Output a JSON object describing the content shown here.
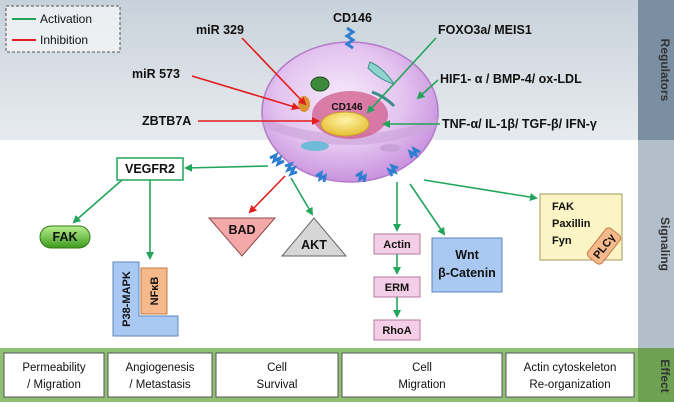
{
  "legend": {
    "activation": "Activation",
    "inhibition": "Inhibition"
  },
  "colors": {
    "activation": "#22a55a",
    "inhibition": "#e11d1d",
    "regulator_band": "#d4dbe2",
    "side_band": "#7b8fa3",
    "effect_band": "#8fbf73"
  },
  "side_labels": {
    "regulators": "Regulators",
    "signaling": "Signaling",
    "effect": "Effect"
  },
  "regulators": {
    "cd146_top": "CD146",
    "mir329": "miR 329",
    "mir573": "miR 573",
    "zbtb7a": "ZBTB7A",
    "foxo3a": "FOXO3a/ MEIS1",
    "hif": "HIF1- α / BMP-4/ ox-LDL",
    "tnf": "TNF-α/ IL-1β/ TGF-β/ IFN-γ",
    "cd146_nucleus": "CD146"
  },
  "signaling": {
    "vegfr2": "VEGFR2",
    "fak": "FAK",
    "p38": "P38-MAPK",
    "nfkb": "NFκB",
    "bad": "BAD",
    "akt": "AKT",
    "actin": "Actin",
    "erm": "ERM",
    "rhoa": "RhoA",
    "wnt": "Wnt",
    "bcatenin": "β-Catenin",
    "fak2": "FAK",
    "paxillin": "Paxillin",
    "fyn": "Fyn",
    "plcg": "PLCγ"
  },
  "effects": [
    {
      "line1": "Permeability",
      "line2": "/ Migration"
    },
    {
      "line1": "Angiogenesis",
      "line2": "/ Metastasis"
    },
    {
      "line1": "Cell",
      "line2": "Survival"
    },
    {
      "line1": "Cell",
      "line2": "Migration"
    },
    {
      "line1": "Actin cytoskeleton",
      "line2": "Re-organization"
    }
  ]
}
